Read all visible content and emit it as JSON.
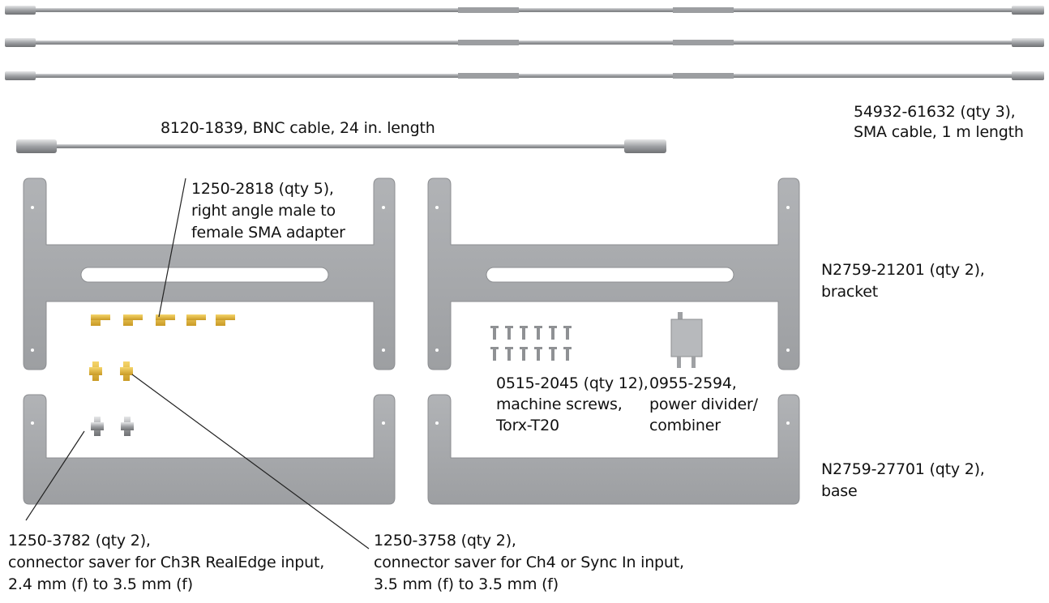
{
  "labels": {
    "sma_cable": {
      "line1": "54932-61632 (qty 3),",
      "line2": "SMA cable, 1 m length"
    },
    "bnc_cable": {
      "line1": "8120-1839, BNC cable, 24 in. length"
    },
    "ra_adapter": {
      "line1": "1250-2818 (qty 5),",
      "line2": "right angle male to",
      "line3": "female SMA adapter"
    },
    "bracket": {
      "line1": "N2759-21201 (qty 2),",
      "line2": "bracket"
    },
    "screws": {
      "line1": "0515-2045 (qty 12),",
      "line2": "machine screws,",
      "line3": "Torx-T20"
    },
    "divider": {
      "line1": "0955-2594,",
      "line2": "power divider/",
      "line3": "combiner"
    },
    "base": {
      "line1": "N2759-27701 (qty 2),",
      "line2": "base"
    },
    "saver_24": {
      "line1": "1250-3782 (qty 2),",
      "line2": "connector saver for Ch3R RealEdge input,",
      "line3": "2.4 mm (f) to 3.5 mm (f)"
    },
    "saver_35": {
      "line1": "1250-3758 (qty 2),",
      "line2": "connector saver for Ch4 or Sync In input,",
      "line3": "3.5 mm (f) to 3.5 mm (f)"
    }
  },
  "colors": {
    "metal": "#a7a9ac",
    "metal_dark": "#6d6e71",
    "gold": "#e8b53a",
    "leader": "#222222"
  }
}
